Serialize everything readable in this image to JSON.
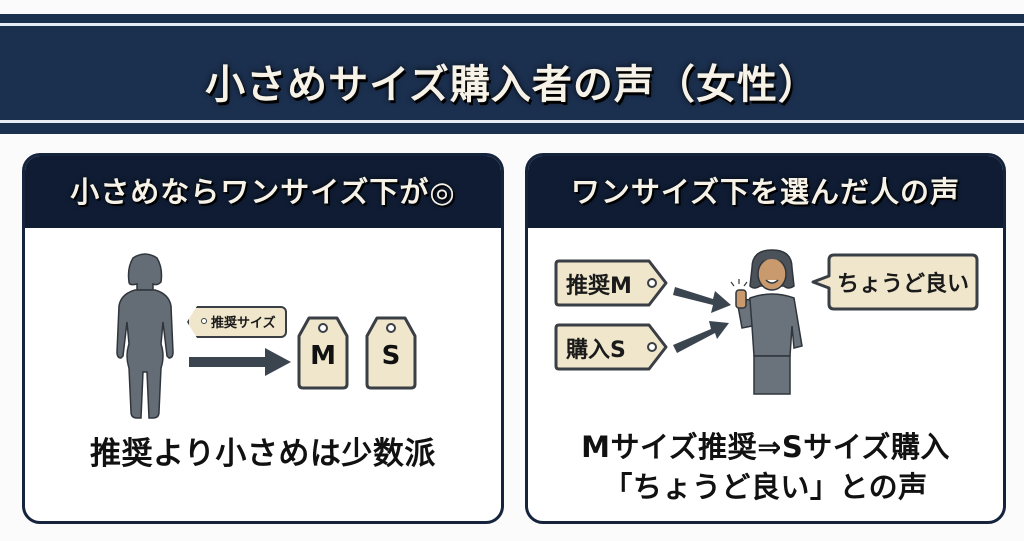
{
  "banner": {
    "title": "小さめサイズ購入者の声（女性）"
  },
  "left_panel": {
    "heading": "小さめならワンサイズ下が◎",
    "recommended_tag": "推奨サイズ",
    "size_tags": [
      "M",
      "S"
    ],
    "caption": "推奨より小さめは少数派"
  },
  "right_panel": {
    "heading": "ワンサイズ下を選んだ人の声",
    "tags": [
      "推奨M",
      "購入S"
    ],
    "speech_bubble": "ちょうど良い",
    "caption_line1": "Mサイズ推奨⇒Sサイズ購入",
    "caption_line2": "「ちょうど良い」との声"
  },
  "colors": {
    "navy": "#1b2f4e",
    "panel_header": "#0f1c33",
    "tag_fill": "#efe6cc",
    "figure_gray": "#646d76"
  }
}
